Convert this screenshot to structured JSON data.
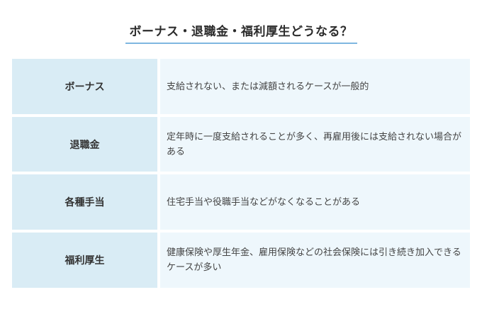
{
  "title": "ボーナス・退職金・福利厚生どうなる？",
  "rows": [
    {
      "label": "ボーナス",
      "text": "支給されない、または減額されるケースが一般的"
    },
    {
      "label": "退職金",
      "text": "定年時に一度支給されることが多く、再雇用後には支給されない場合がある"
    },
    {
      "label": "各種手当",
      "text": "住宅手当や役職手当などがなくなることがある"
    },
    {
      "label": "福利厚生",
      "text": "健康保険や厚生年金、雇用保険などの社会保険には引き続き加入できるケースが多い"
    }
  ],
  "colors": {
    "header_cell": "#d9ecf5",
    "body_cell": "#eef7fc",
    "title_underline": "#7fb7e0"
  }
}
